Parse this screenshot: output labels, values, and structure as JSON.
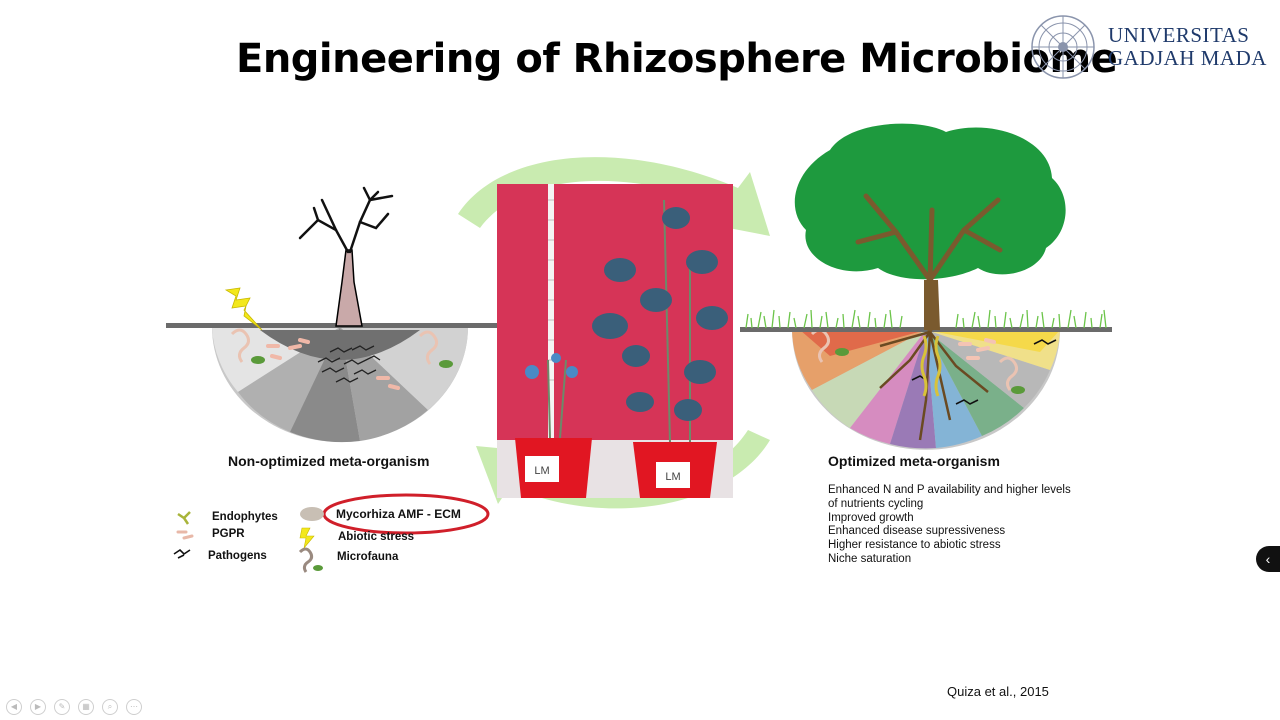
{
  "slide": {
    "title": "Engineering of Rhizosphere Microbiome",
    "institution_line1": "UNIVERSITAS",
    "institution_line2": "GADJAH MADA",
    "citation": "Quiza et al., 2015"
  },
  "diagram": {
    "left_label": "Non-optimized meta-organism",
    "right_label": "Optimized meta-organism",
    "photo_pot_labels": [
      "LM",
      "LM"
    ],
    "highlight": "Mycorhiza AMF - ECM",
    "legend": [
      {
        "label": "Endophytes",
        "icon": "endophyte-icon"
      },
      {
        "label": "PGPR",
        "icon": "pgpr-icon"
      },
      {
        "label": "Pathogens",
        "icon": "pathogen-icon"
      },
      {
        "label": "Abiotic stress",
        "icon": "lightning-icon"
      },
      {
        "label": "Microfauna",
        "icon": "microfauna-icon"
      }
    ],
    "benefits": [
      "Enhanced N and P availability and higher levels",
      "of nutrients cycling",
      "Improved growth",
      "Enhanced disease supressiveness",
      "Higher resistance to abiotic stress",
      "Niche saturation"
    ],
    "colors": {
      "arrow": "#c9ebb0",
      "tree_canopy": "#1e9a3e",
      "trunk": "#7a5a2e",
      "photo_background": "#d63457",
      "highlight_ellipse": "#d01f2a"
    }
  }
}
